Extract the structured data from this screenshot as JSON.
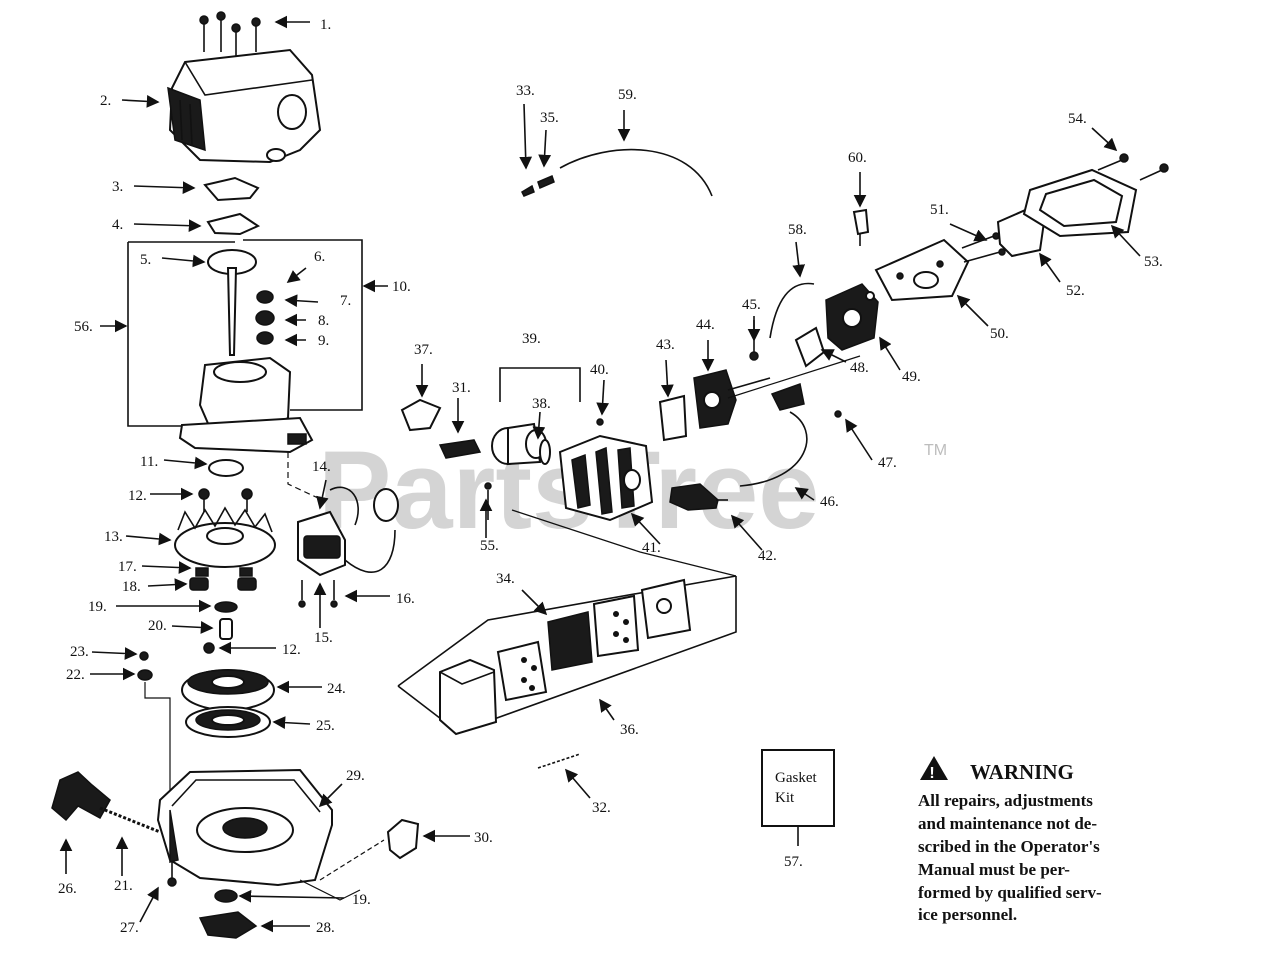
{
  "watermark": {
    "text": "PartsTree",
    "trademark": "TM"
  },
  "warning": {
    "title": "WARNING",
    "lines": [
      "All repairs, adjustments",
      "and maintenance not de-",
      "scribed in the Operator's",
      "Manual must be per-",
      "formed by qualified serv-",
      "ice personnel."
    ]
  },
  "gasket_kit": {
    "line1": "Gasket",
    "line2": "Kit",
    "number": "57."
  },
  "callouts": [
    {
      "id": "c1",
      "text": "1."
    },
    {
      "id": "c2",
      "text": "2."
    },
    {
      "id": "c3",
      "text": "3."
    },
    {
      "id": "c4",
      "text": "4."
    },
    {
      "id": "c5",
      "text": "5."
    },
    {
      "id": "c6",
      "text": "6."
    },
    {
      "id": "c7",
      "text": "7."
    },
    {
      "id": "c8",
      "text": "8."
    },
    {
      "id": "c9",
      "text": "9."
    },
    {
      "id": "c10",
      "text": "10."
    },
    {
      "id": "c11",
      "text": "11."
    },
    {
      "id": "c12a",
      "text": "12."
    },
    {
      "id": "c12b",
      "text": "12."
    },
    {
      "id": "c13",
      "text": "13."
    },
    {
      "id": "c14",
      "text": "14."
    },
    {
      "id": "c15",
      "text": "15."
    },
    {
      "id": "c16",
      "text": "16."
    },
    {
      "id": "c17",
      "text": "17."
    },
    {
      "id": "c18",
      "text": "18."
    },
    {
      "id": "c19a",
      "text": "19."
    },
    {
      "id": "c19b",
      "text": "19."
    },
    {
      "id": "c20",
      "text": "20."
    },
    {
      "id": "c21",
      "text": "21."
    },
    {
      "id": "c22",
      "text": "22."
    },
    {
      "id": "c23",
      "text": "23."
    },
    {
      "id": "c24",
      "text": "24."
    },
    {
      "id": "c25",
      "text": "25."
    },
    {
      "id": "c26",
      "text": "26."
    },
    {
      "id": "c27",
      "text": "27."
    },
    {
      "id": "c28",
      "text": "28."
    },
    {
      "id": "c29",
      "text": "29."
    },
    {
      "id": "c30",
      "text": "30."
    },
    {
      "id": "c31",
      "text": "31."
    },
    {
      "id": "c32",
      "text": "32."
    },
    {
      "id": "c33",
      "text": "33."
    },
    {
      "id": "c34",
      "text": "34."
    },
    {
      "id": "c35",
      "text": "35."
    },
    {
      "id": "c36",
      "text": "36."
    },
    {
      "id": "c37",
      "text": "37."
    },
    {
      "id": "c38",
      "text": "38."
    },
    {
      "id": "c39",
      "text": "39."
    },
    {
      "id": "c40",
      "text": "40."
    },
    {
      "id": "c41",
      "text": "41."
    },
    {
      "id": "c42",
      "text": "42."
    },
    {
      "id": "c43",
      "text": "43."
    },
    {
      "id": "c44",
      "text": "44."
    },
    {
      "id": "c45",
      "text": "45."
    },
    {
      "id": "c46",
      "text": "46."
    },
    {
      "id": "c47",
      "text": "47."
    },
    {
      "id": "c48",
      "text": "48."
    },
    {
      "id": "c49",
      "text": "49."
    },
    {
      "id": "c50",
      "text": "50."
    },
    {
      "id": "c51",
      "text": "51."
    },
    {
      "id": "c52",
      "text": "52."
    },
    {
      "id": "c53",
      "text": "53."
    },
    {
      "id": "c54",
      "text": "54."
    },
    {
      "id": "c55",
      "text": "55."
    },
    {
      "id": "c56",
      "text": "56."
    },
    {
      "id": "c58",
      "text": "58."
    },
    {
      "id": "c59",
      "text": "59."
    },
    {
      "id": "c60",
      "text": "60."
    }
  ]
}
